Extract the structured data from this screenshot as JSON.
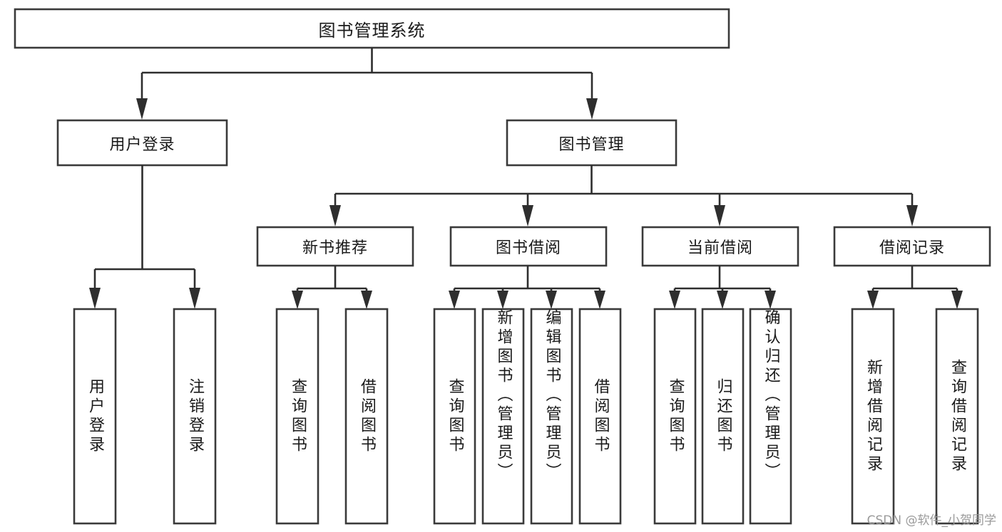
{
  "diagram": {
    "title": "图书管理系统",
    "type": "tree-hierarchy",
    "orientation": "top-down",
    "root": {
      "label": "图书管理系统"
    },
    "level1": [
      {
        "label": "用户登录"
      },
      {
        "label": "图书管理"
      }
    ],
    "level2": [
      {
        "label": "新书推荐",
        "parent": "图书管理"
      },
      {
        "label": "图书借阅",
        "parent": "图书管理"
      },
      {
        "label": "当前借阅",
        "parent": "图书管理"
      },
      {
        "label": "借阅记录",
        "parent": "图书管理"
      }
    ],
    "leaves": {
      "user_login": [
        {
          "label": "用户登录"
        },
        {
          "label": "注销登录"
        }
      ],
      "new_book_recommend": [
        {
          "label": "查询图书"
        },
        {
          "label": "借阅图书"
        }
      ],
      "book_borrow": [
        {
          "label": "查询图书"
        },
        {
          "label": "新增图书（管理员）"
        },
        {
          "label": "编辑图书（管理员）"
        },
        {
          "label": "借阅图书"
        }
      ],
      "current_borrow": [
        {
          "label": "查询图书"
        },
        {
          "label": "归还图书"
        },
        {
          "label": "确认归还（管理员）"
        }
      ],
      "borrow_records": [
        {
          "label": "新增借阅记录"
        },
        {
          "label": "查询借阅记录"
        }
      ]
    },
    "colors": {
      "box_stroke": "#3a3a3a",
      "box_fill": "#ffffff",
      "connector": "#2e2e2e",
      "text": "#1a1a1a",
      "background": "#ffffff",
      "watermark": "#9a9a9a"
    }
  },
  "watermark": {
    "text": "CSDN @软件_小贺同学"
  }
}
